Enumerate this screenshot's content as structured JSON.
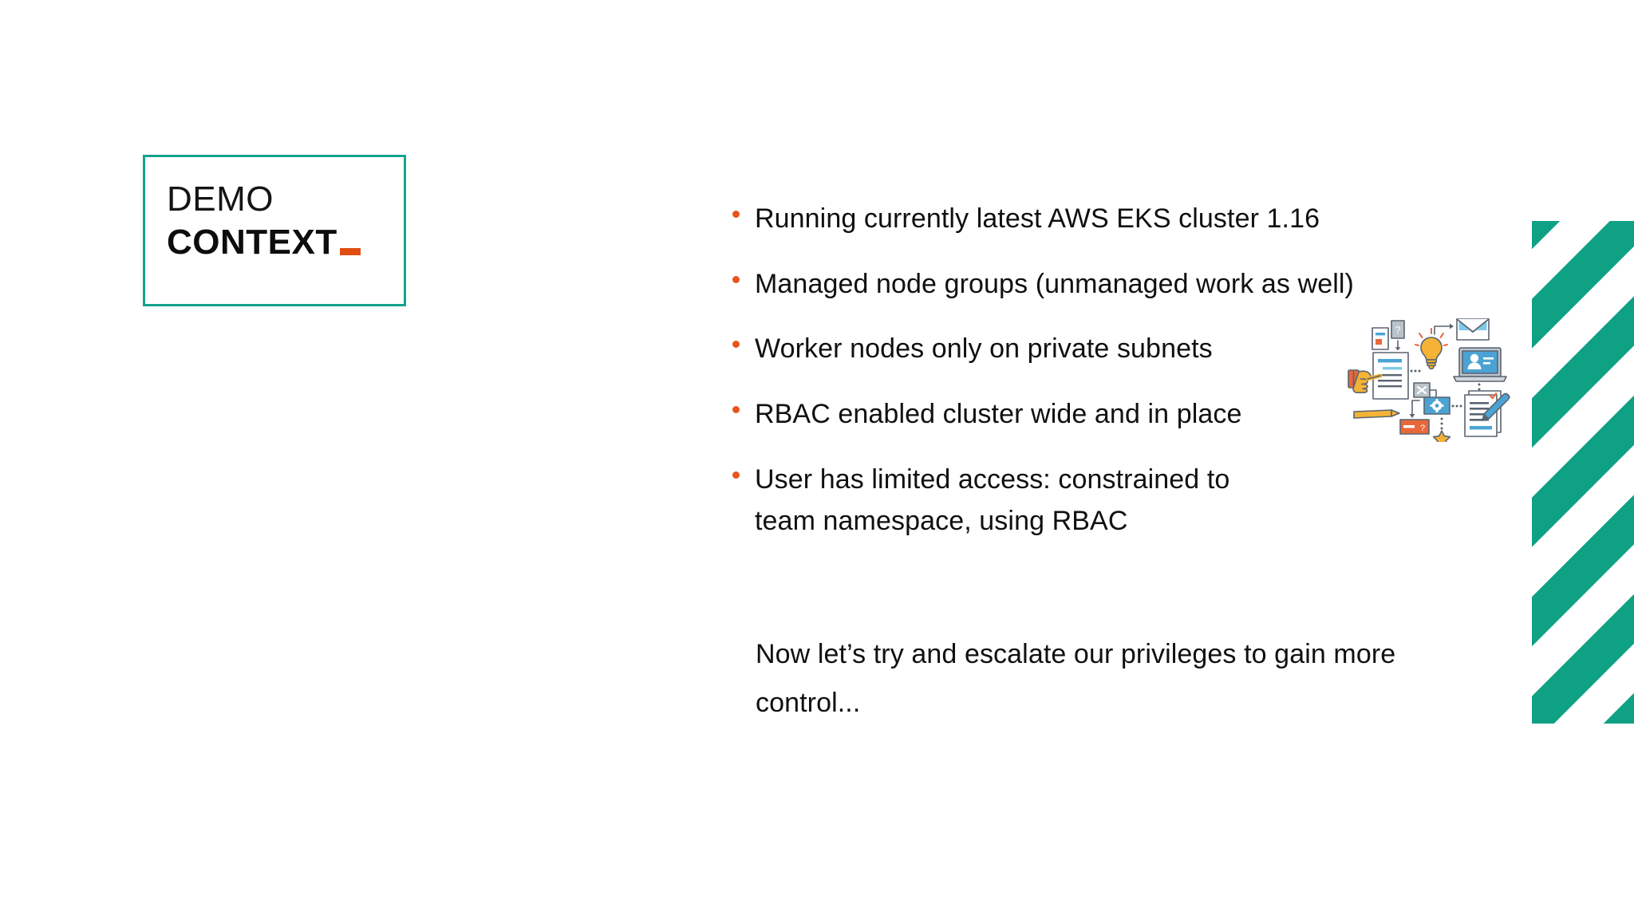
{
  "slide": {
    "background_color": "#ffffff",
    "accent_teal": "#13a38e",
    "accent_orange": "#e8541b",
    "stripe_green": "#0fa184",
    "text_color": "#101010"
  },
  "title_box": {
    "line1": "DEMO",
    "line2": "CONTEXT",
    "cursor_glyph": "_",
    "border_color": "#13a38e",
    "underscore_color": "#e04e12"
  },
  "content": {
    "bullets": [
      {
        "text": "Running currently latest AWS EKS cluster 1.16"
      },
      {
        "text": "Managed node groups (unmanaged work as well)"
      },
      {
        "text": "Worker nodes only on private subnets"
      },
      {
        "text": "RBAC enabled cluster wide and in place"
      },
      {
        "text": "User has limited access: constrained to team namespace, using RBAC"
      }
    ],
    "closing_paragraph": "Now let’s try and escalate our privileges to gain more control..."
  },
  "illustration": {
    "name": "business-process-flat-illustration",
    "elements": [
      "small-document",
      "question-mark-card",
      "down-arrow",
      "main-document",
      "pointing-hand",
      "lightbulb",
      "envelope",
      "laptop-with-person",
      "x-box",
      "gear-box",
      "checklist-documents",
      "pen",
      "pencil",
      "orange-tag-question",
      "star"
    ],
    "palette": {
      "blue": "#4ba3d3",
      "light_blue": "#7ec8ea",
      "yellow": "#f5b335",
      "orange": "#e8683a",
      "grey": "#b9c3cb",
      "outline": "#5a6470",
      "white": "#ffffff"
    }
  },
  "stripes": {
    "color": "#0fa184",
    "angle_label": "-45",
    "band_count": 8
  }
}
